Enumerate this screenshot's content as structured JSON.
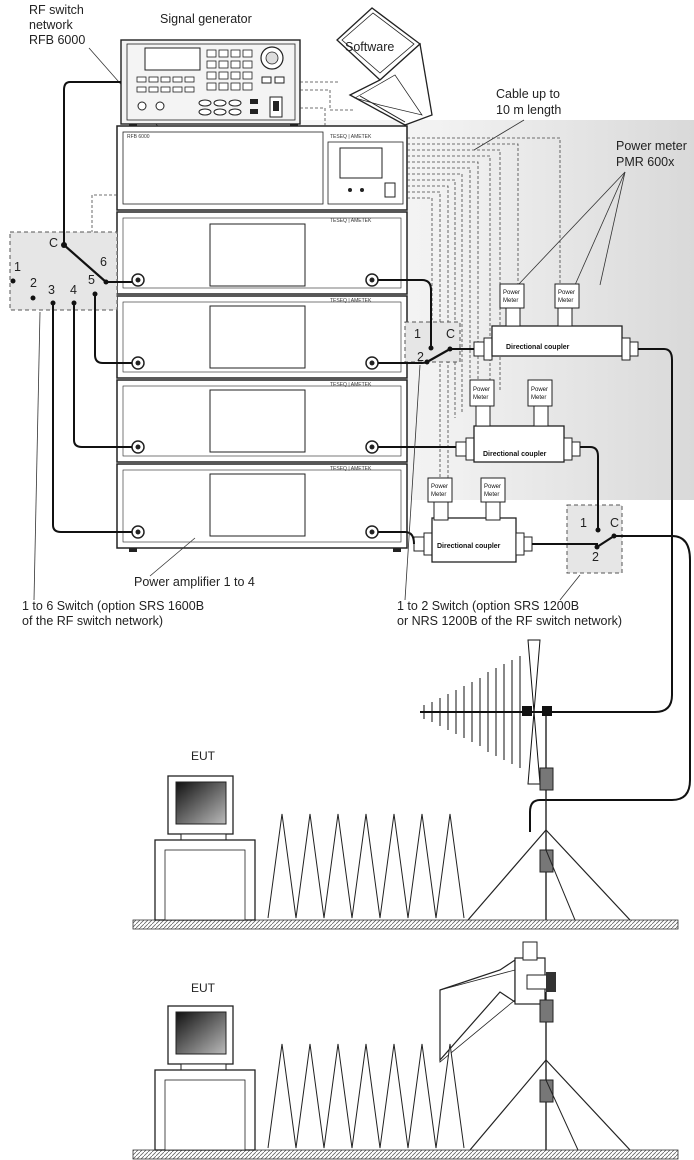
{
  "labels": {
    "rf_switch_network": [
      "RF switch",
      "network",
      "RFB 6000"
    ],
    "signal_generator": "Signal generator",
    "software": "Software",
    "cable": [
      "Cable up to",
      "10 m length"
    ],
    "power_meter": [
      "Power meter",
      "PMR 600x"
    ],
    "power_amplifier": "Power amplifier 1 to 4",
    "switch_1to6": [
      "1 to 6 Switch (option SRS 1600B",
      "of the RF switch network)"
    ],
    "switch_1to2": [
      "1 to 2 Switch (option SRS 1200B",
      "or NRS 1200B of the RF switch network)"
    ],
    "eut": "EUT",
    "eut2": "EUT",
    "directional_coupler": "Directional coupler",
    "power_meter_box": [
      "Power",
      "Meter"
    ],
    "brand": "TESEQ | AMETEK",
    "rack_model": "RFB 6000"
  },
  "switch6_ports": {
    "c": "C",
    "p1": "1",
    "p2": "2",
    "p3": "3",
    "p4": "4",
    "p5": "5",
    "p6": "6"
  },
  "switch2_ports": {
    "c": "C",
    "p1": "1",
    "p2": "2"
  }
}
